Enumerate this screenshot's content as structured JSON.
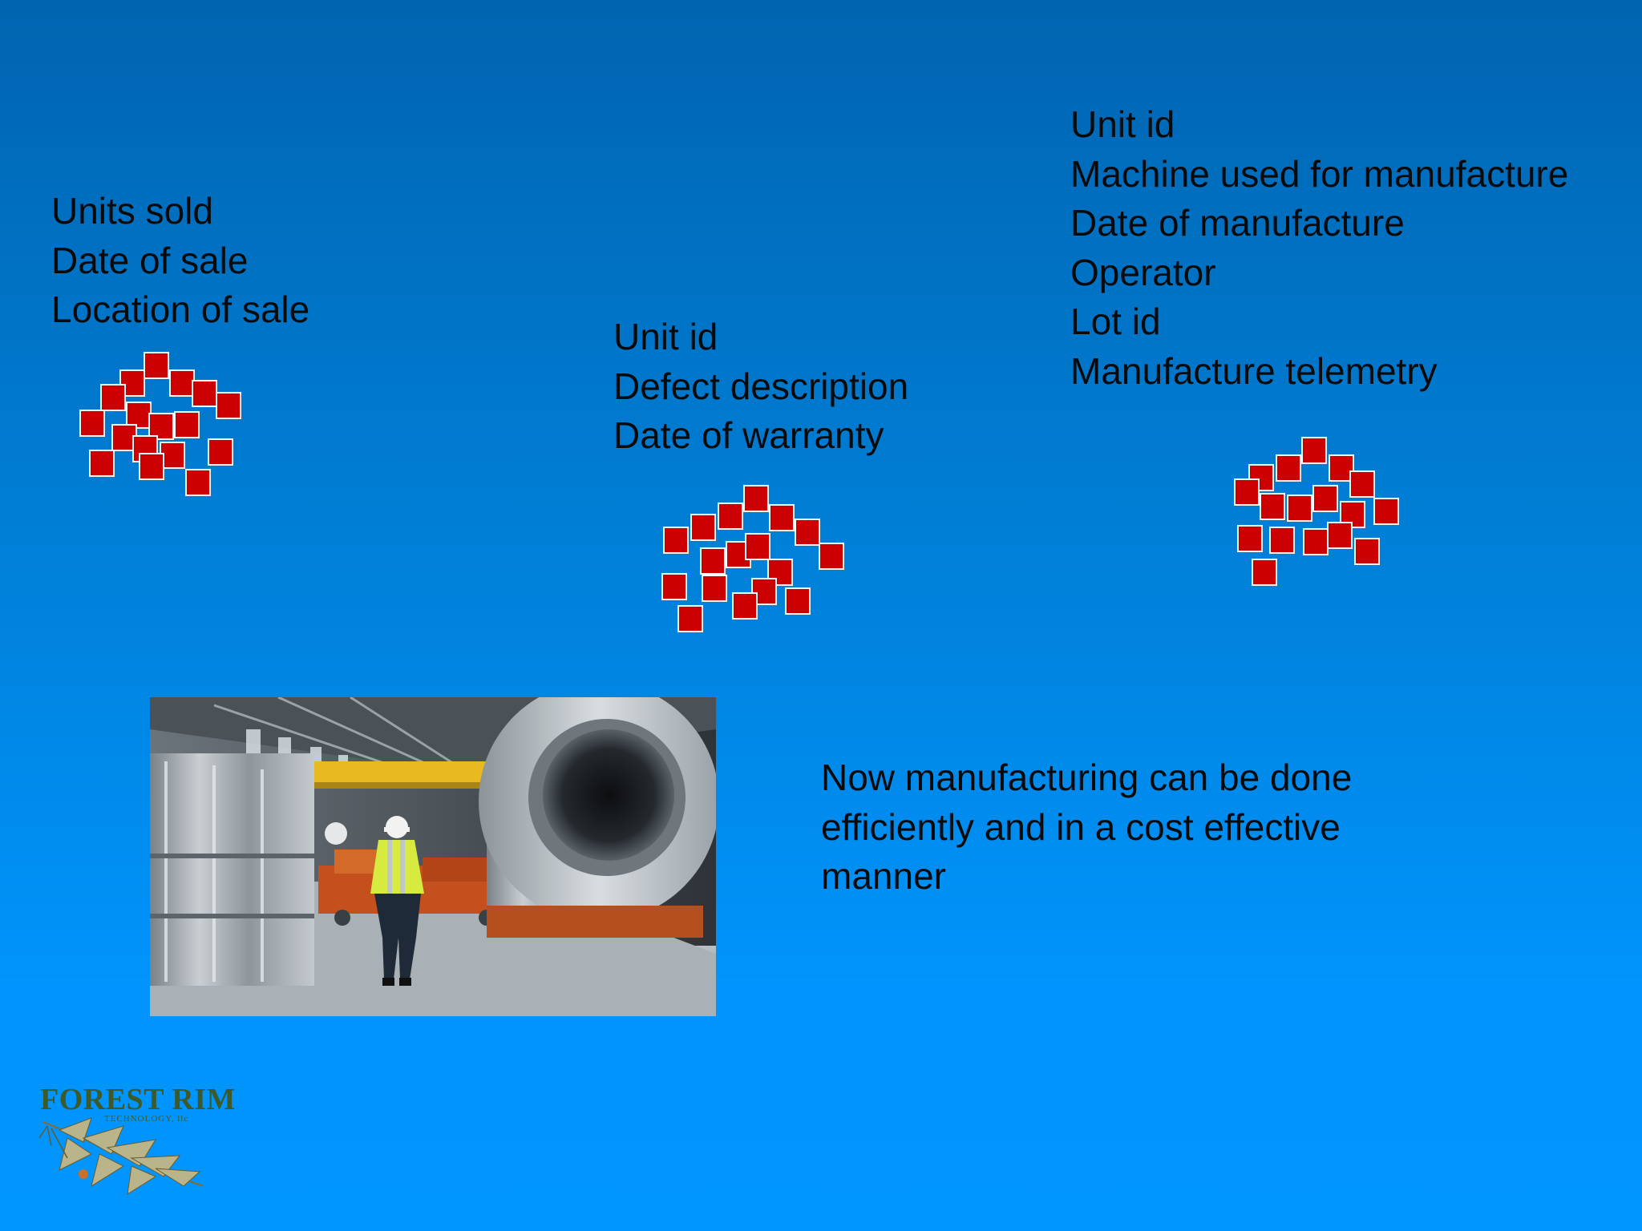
{
  "sales_data": {
    "lines": [
      "Units sold",
      "Date of sale",
      "Location of sale"
    ]
  },
  "warranty_data": {
    "lines": [
      "Unit id",
      "Defect description",
      "Date of warranty"
    ]
  },
  "manufacture_data": {
    "lines": [
      "Unit id",
      "Machine used for manufacture",
      "Date of manufacture",
      "Operator",
      "Lot id",
      "Manufacture telemetry"
    ]
  },
  "summary": {
    "lines": [
      "Now manufacturing can be done",
      "efficiently and in a cost effective",
      "manner"
    ]
  },
  "logo": {
    "title": "FOREST RIM",
    "subtitle": "TECHNOLOGY, llc"
  },
  "colors": {
    "data_square": "#cc0000",
    "data_square_border": "#ffffff"
  }
}
